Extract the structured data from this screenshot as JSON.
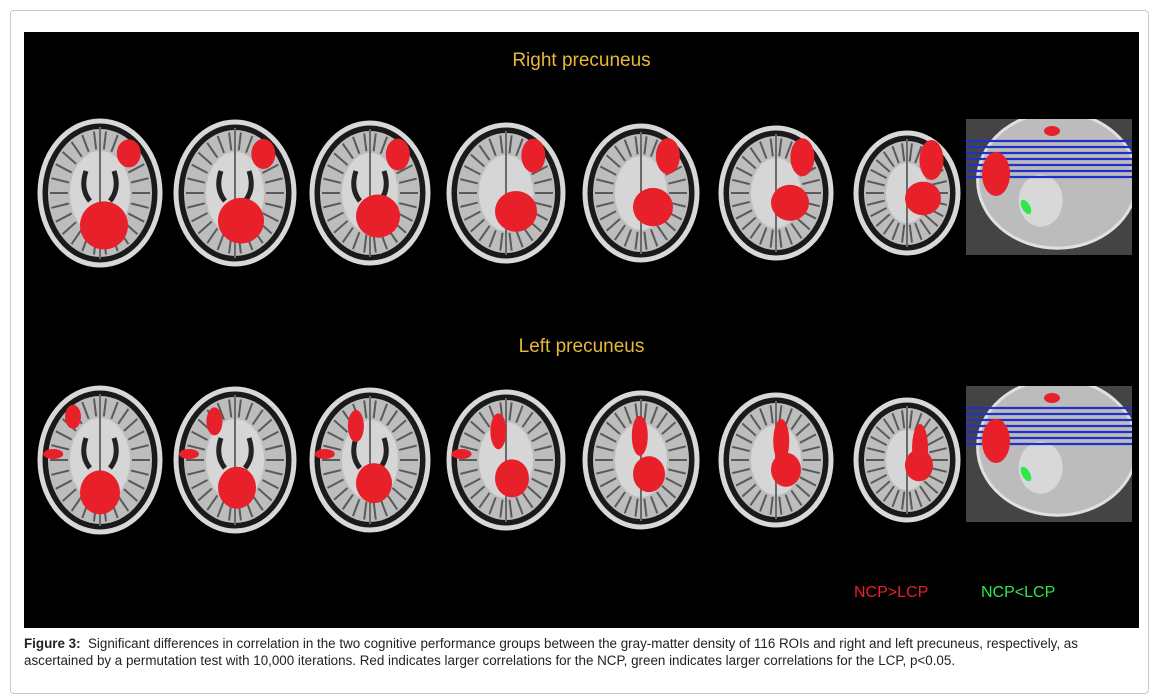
{
  "figure": {
    "rows": [
      {
        "title": "Right precuneus"
      },
      {
        "title": "Left precuneus"
      }
    ],
    "legend": {
      "positive": {
        "label": "NCP>LCP",
        "color": "#e8202a"
      },
      "negative": {
        "label": "NCP<LCP",
        "color": "#2ee84a"
      }
    },
    "caption": {
      "label": "Figure 3:",
      "text": "Significant differences in correlation in the two cognitive performance groups between the gray-matter density of 116 ROIs and right and left precuneus, respectively, as ascertained by a permutation test with 10,000 iterations. Red indicates larger correlations for the NCP, green indicates larger correlations for the LCP, p<0.05."
    }
  }
}
